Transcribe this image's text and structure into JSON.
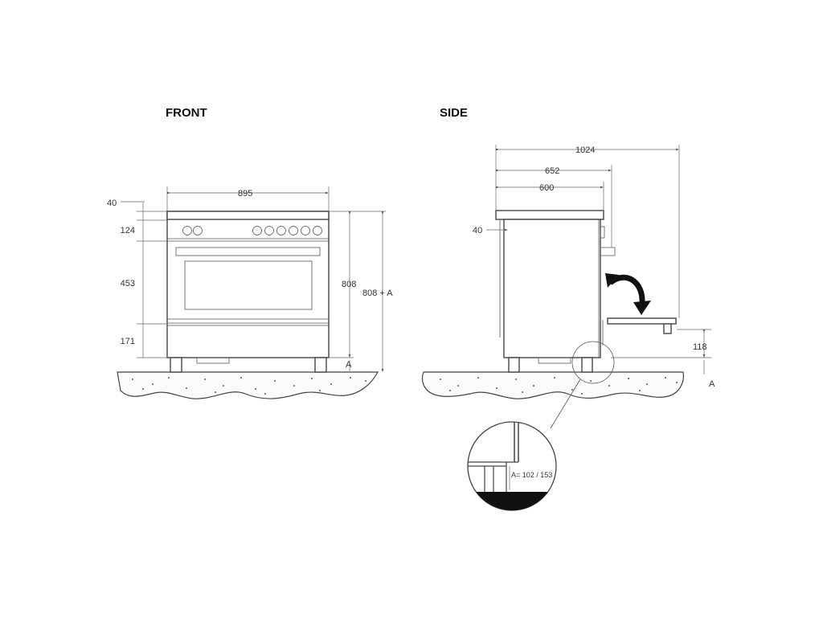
{
  "views": {
    "front": {
      "title": "FRONT",
      "dims": {
        "width": "895",
        "top_offset": "40",
        "control_panel": "124",
        "oven": "453",
        "drawer": "171",
        "height": "808",
        "height_with_feet": "808 + A",
        "feet": "A"
      }
    },
    "side": {
      "title": "SIDE",
      "dims": {
        "total_depth": "1024",
        "depth_with_handle": "652",
        "body_depth": "600",
        "top_offset": "40",
        "door_clearance": "118",
        "feet": "A"
      },
      "detail_label": "A= 102 / 153"
    }
  }
}
